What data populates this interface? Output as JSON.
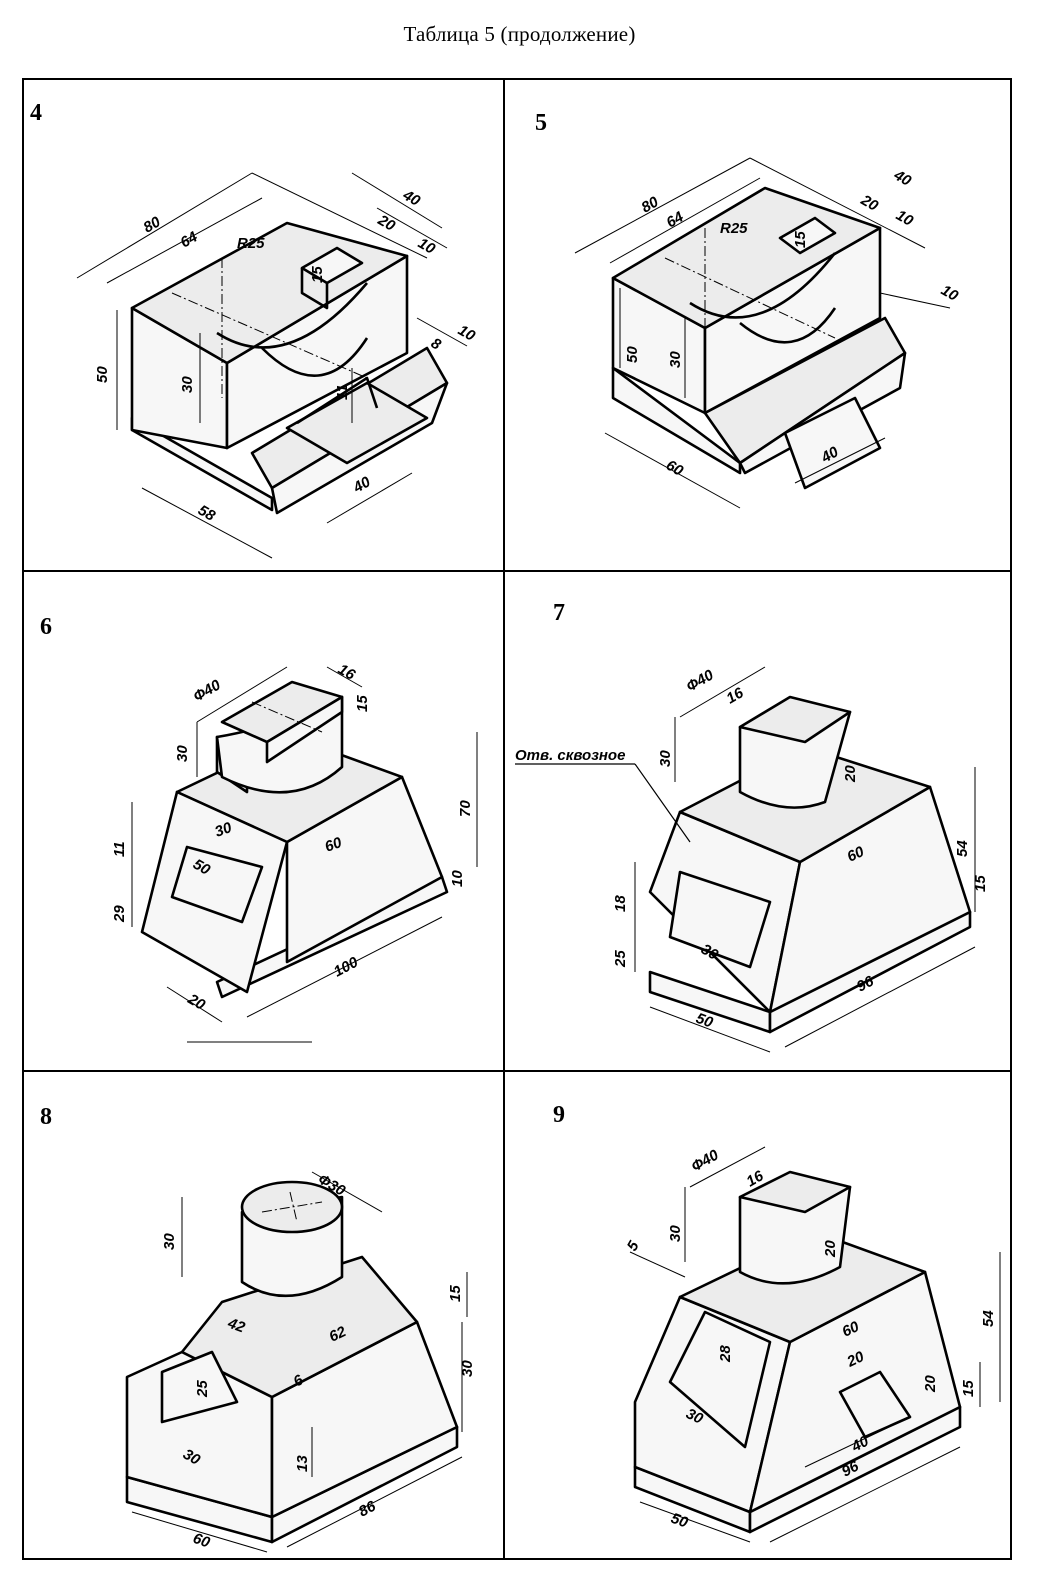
{
  "title": "Таблица 5 (продолжение)",
  "corner_mark": "",
  "cells": [
    {
      "number": "4",
      "dims": {
        "d80": "80",
        "d64": "64",
        "dr25": "R25",
        "d40": "40",
        "d20": "20",
        "d10a": "10",
        "d15": "15",
        "d10b": "10",
        "d8": "8",
        "d50": "50",
        "d30": "30",
        "d11": "11",
        "d40b": "40",
        "d58": "58"
      }
    },
    {
      "number": "5",
      "dims": {
        "d80": "80",
        "d64": "64",
        "dr25": "R25",
        "d40": "40",
        "d20": "20",
        "d10a": "10",
        "d15": "15",
        "d10b": "10",
        "d50": "50",
        "d30": "30",
        "d60": "60",
        "d40b": "40"
      }
    },
    {
      "number": "6",
      "dims": {
        "phi40": "Ф40",
        "d16": "16",
        "d15": "15",
        "d30": "30",
        "d70": "70",
        "d11": "11",
        "d30b": "30",
        "d50": "50",
        "d60": "60",
        "d29": "29",
        "d10": "10",
        "d20": "20",
        "d100": "100"
      }
    },
    {
      "number": "7",
      "dims": {
        "phi40": "Ф40",
        "d16": "16",
        "d30": "30",
        "d20": "20",
        "note": "Отв. сквозное",
        "d60": "60",
        "d54": "54",
        "d15": "15",
        "d18": "18",
        "d25": "25",
        "d30b": "30",
        "d50": "50",
        "d96": "96"
      }
    },
    {
      "number": "8",
      "dims": {
        "phi30": "Ф30",
        "d30": "30",
        "d42": "42",
        "d62": "62",
        "d15": "15",
        "d30b": "30",
        "d25": "25",
        "d6": "6",
        "d13": "13",
        "d30c": "30",
        "d60": "60",
        "d86": "86"
      }
    },
    {
      "number": "9",
      "dims": {
        "phi40": "Ф40",
        "d16": "16",
        "d30": "30",
        "d5": "5",
        "d20": "20",
        "d28": "28",
        "d60": "60",
        "d54": "54",
        "d20b": "20",
        "d20c": "20",
        "d15": "15",
        "d30b": "30",
        "d40": "40",
        "d50": "50",
        "d96": "96"
      }
    }
  ]
}
